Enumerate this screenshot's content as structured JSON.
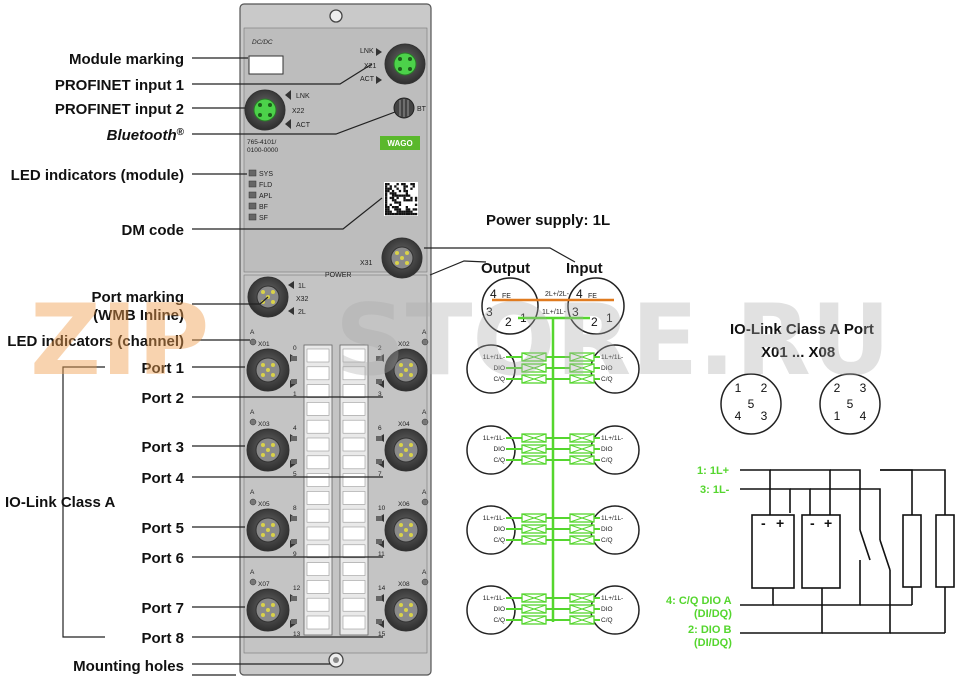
{
  "callouts": {
    "module_marking": "Module marking",
    "profinet1": "PROFINET input 1",
    "profinet2": "PROFINET input 2",
    "bluetooth": "Bluetooth",
    "bluetooth_reg": "®",
    "led_module": "LED indicators (module)",
    "dm_code": "DM code",
    "port_marking_1": "Port marking",
    "port_marking_2": "(WMB Inline)",
    "led_channel": "LED indicators (channel)",
    "port1": "Port 1",
    "port2": "Port 2",
    "port3": "Port 3",
    "port4": "Port 4",
    "port5": "Port 5",
    "port6": "Port 6",
    "port7": "Port 7",
    "port8": "Port 8",
    "iolink_class_a": "IO-Link Class A",
    "mounting_holes": "Mounting holes"
  },
  "device": {
    "top_label": "DC/DC",
    "lnk": "LNK",
    "act": "ACT",
    "x21": "X21",
    "x22": "X22",
    "bt": "BT",
    "order_line1": "765-4101/",
    "order_line2": "0100-0000",
    "brand": "WAGO",
    "leds": [
      "SYS",
      "FLD",
      "APL",
      "BF",
      "SF"
    ],
    "x31": "X31",
    "power": "POWER",
    "p1l": "1L",
    "x32": "X32",
    "p2l": "2L",
    "ports": [
      {
        "id": "X01",
        "a": "A",
        "top": "0",
        "bottom": "1"
      },
      {
        "id": "X02",
        "a": "A",
        "top": "2",
        "bottom": "3"
      },
      {
        "id": "X03",
        "a": "A",
        "top": "4",
        "bottom": "5"
      },
      {
        "id": "X04",
        "a": "A",
        "top": "6",
        "bottom": "7"
      },
      {
        "id": "X05",
        "a": "A",
        "top": "8",
        "bottom": "9"
      },
      {
        "id": "X06",
        "a": "A",
        "top": "10",
        "bottom": "11"
      },
      {
        "id": "X07",
        "a": "A",
        "top": "12",
        "bottom": "13"
      },
      {
        "id": "X08",
        "a": "A",
        "top": "14",
        "bottom": "15"
      }
    ]
  },
  "power_diagram": {
    "title": "Power supply: 1L",
    "output": "Output",
    "input": "Input",
    "fe": "FE",
    "bus_2l": "2L+/2L-",
    "bus_1l": "1L+/1L-",
    "pins": [
      "4",
      "3",
      "2",
      "1"
    ],
    "rows": [
      "1L+/1L-",
      "DIO",
      "C/Q"
    ]
  },
  "iolink_port": {
    "title": "IO-Link Class A Port",
    "range": "X01 ... X08",
    "left_pins": [
      "1",
      "2",
      "5",
      "4",
      "3"
    ],
    "right_pins": [
      "2",
      "3",
      "5",
      "1",
      "4"
    ]
  },
  "wiring": {
    "l_plus": "1: 1L+",
    "l_minus": "3: 1L-",
    "minus": "-",
    "plus": "+",
    "cq_1": "4: C/Q DIO A",
    "cq_2": "(DI/DQ)",
    "dio_1": "2: DIO B",
    "dio_2": "(DI/DQ)"
  },
  "watermark": {
    "left": "ZIP",
    "right": "STORE.RU"
  }
}
